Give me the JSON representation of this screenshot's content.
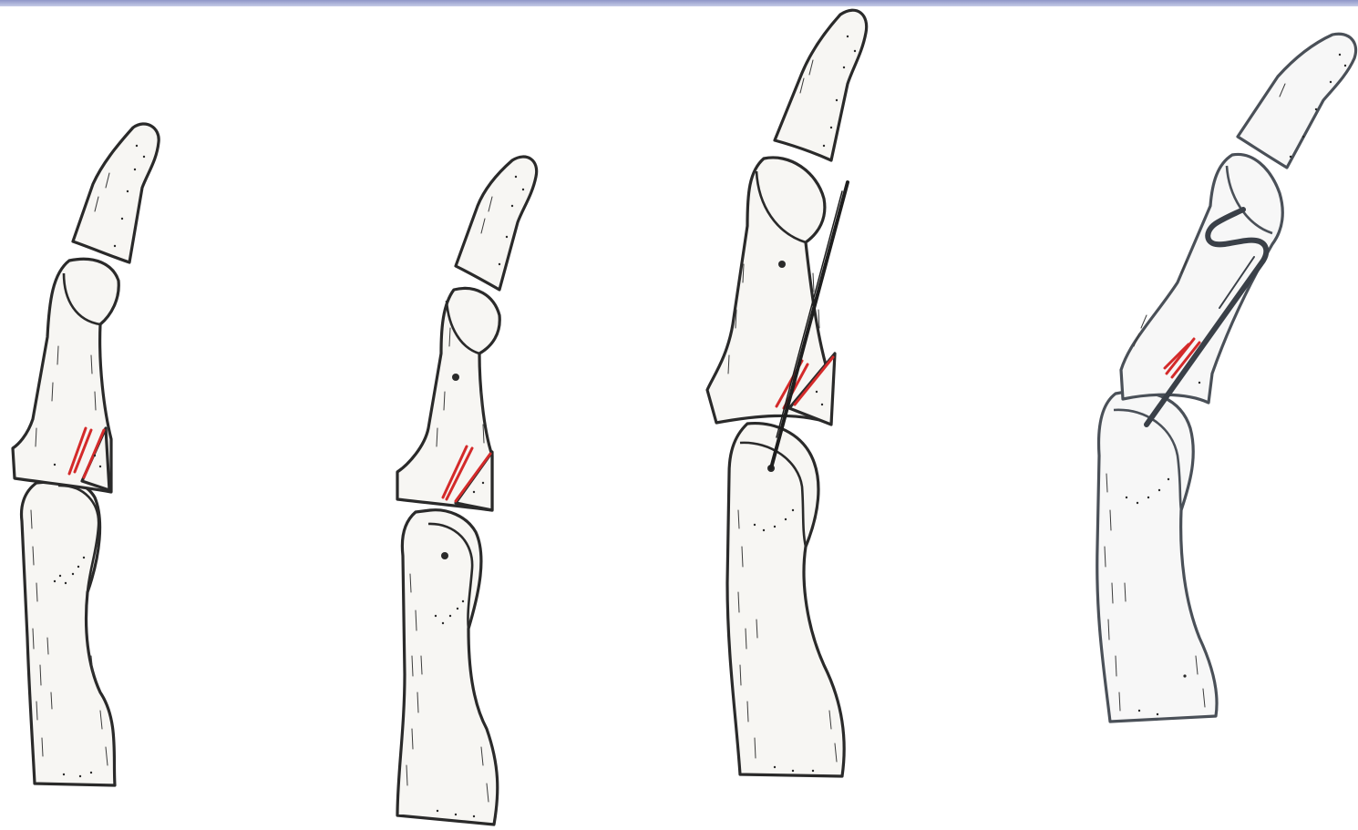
{
  "colors": {
    "top_band": "#8f96c8",
    "outline": "#2a2a2a",
    "outline_grey": "#4a5058",
    "fracture": "#d42a2a",
    "wire": "#1e1e1e",
    "wire_grey": "#3a4048"
  },
  "panels": [
    {
      "id": "panel-1",
      "stage": "fracture"
    },
    {
      "id": "panel-2",
      "stage": "fracture-reduced"
    },
    {
      "id": "panel-3",
      "stage": "k-wire-fixation"
    },
    {
      "id": "panel-4",
      "stage": "bent-wire-hook"
    }
  ]
}
